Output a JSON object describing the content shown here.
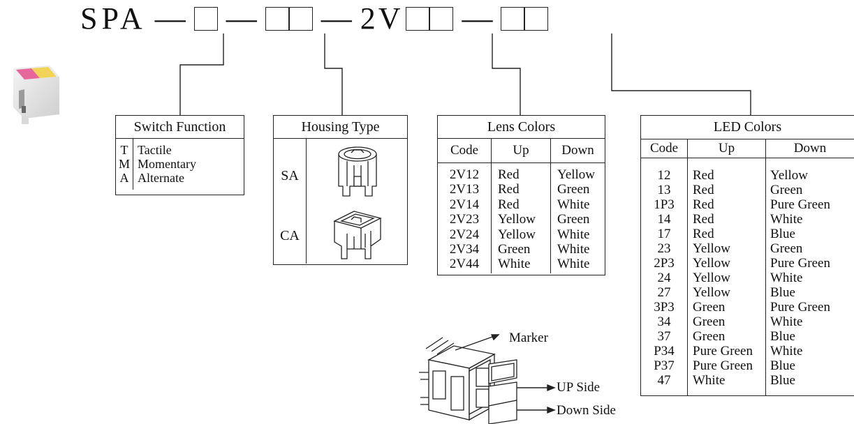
{
  "header": {
    "prefix": "SPA",
    "dash": "—",
    "mid_code": "2V"
  },
  "switch_function": {
    "title": "Switch Function",
    "rows": [
      {
        "code": "T",
        "label": "Tactile"
      },
      {
        "code": "M",
        "label": "Momentary"
      },
      {
        "code": "A",
        "label": "Alternate"
      }
    ]
  },
  "housing_type": {
    "title": "Housing Type",
    "rows": [
      {
        "code": "SA",
        "icon": "round-housing-icon"
      },
      {
        "code": "CA",
        "icon": "square-housing-icon"
      }
    ]
  },
  "lens_colors": {
    "title": "Lens Colors",
    "columns": [
      "Code",
      "Up",
      "Down"
    ],
    "rows": [
      [
        "2V12",
        "Red",
        "Yellow"
      ],
      [
        "2V13",
        "Red",
        "Green"
      ],
      [
        "2V14",
        "Red",
        "White"
      ],
      [
        "2V23",
        "Yellow",
        "Green"
      ],
      [
        "2V24",
        "Yellow",
        "White"
      ],
      [
        "2V34",
        "Green",
        "White"
      ],
      [
        "2V44",
        "White",
        "White"
      ]
    ]
  },
  "led_colors": {
    "title": "LED Colors",
    "columns": [
      "Code",
      "Up",
      "Down"
    ],
    "rows": [
      [
        "12",
        "Red",
        "Yellow"
      ],
      [
        "13",
        "Red",
        "Green"
      ],
      [
        "1P3",
        "Red",
        "Pure Green"
      ],
      [
        "14",
        "Red",
        "White"
      ],
      [
        "17",
        "Red",
        "Blue"
      ],
      [
        "23",
        "Yellow",
        "Green"
      ],
      [
        "2P3",
        "Yellow",
        "Pure Green"
      ],
      [
        "24",
        "Yellow",
        "White"
      ],
      [
        "27",
        "Yellow",
        "Blue"
      ],
      [
        "3P3",
        "Green",
        "Pure Green"
      ],
      [
        "34",
        "Green",
        "White"
      ],
      [
        "37",
        "Green",
        "Blue"
      ],
      [
        "P34",
        "Pure Green",
        "White"
      ],
      [
        "P37",
        "Pure Green",
        "Blue"
      ],
      [
        "47",
        "White",
        "Blue"
      ]
    ]
  },
  "callouts": {
    "marker": "Marker",
    "up_side": "UP Side",
    "down_side": "Down Side"
  },
  "colors": {
    "product_pink": "#e8679a",
    "product_yellow": "#f2d35a",
    "line": "#222222"
  }
}
